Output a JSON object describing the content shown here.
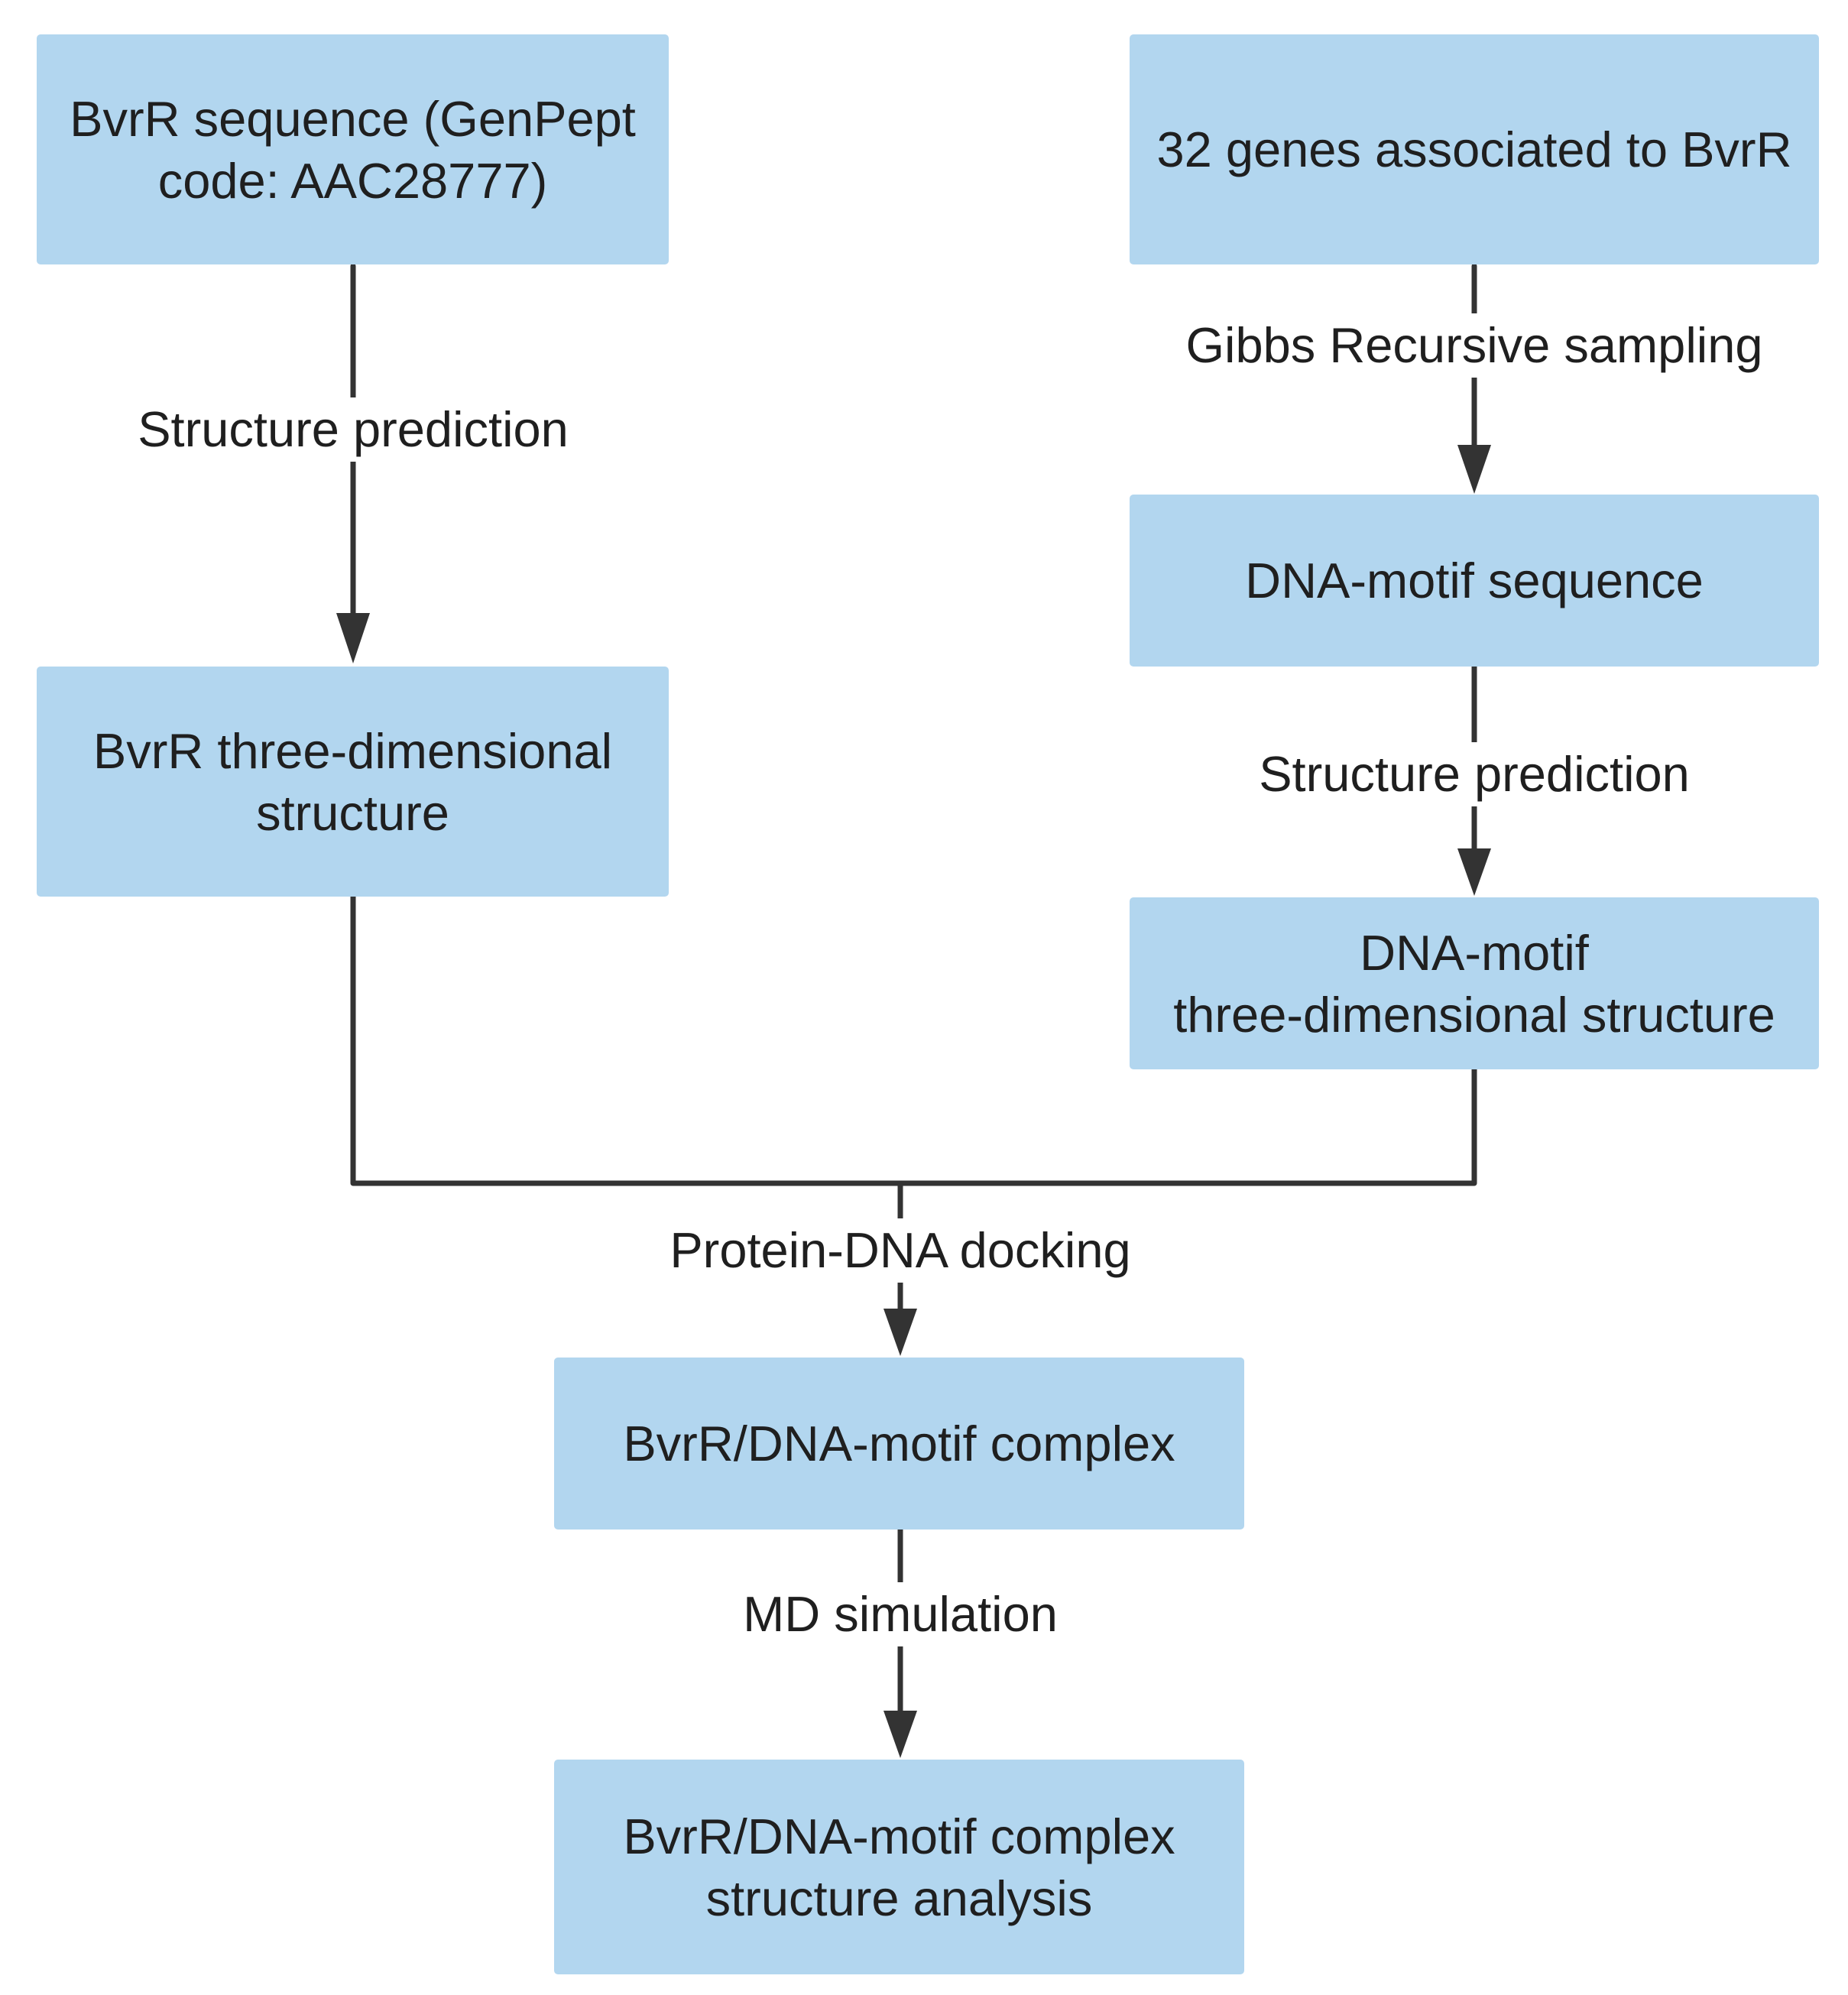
{
  "nodes": {
    "bvrr_sequence": {
      "line1": "BvrR sequence (GenPept",
      "line2": "code: AAC28777)"
    },
    "genes_32": {
      "line1": "32 genes associated to BvrR"
    },
    "bvrr_3d": {
      "line1": "BvrR three-dimensional",
      "line2": "structure"
    },
    "dna_motif_sequence": {
      "line1": "DNA-motif sequence"
    },
    "dna_motif_3d": {
      "line1": "DNA-motif",
      "line2": "three-dimensional structure"
    },
    "complex": {
      "line1": "BvrR/DNA-motif complex"
    },
    "complex_analysis": {
      "line1": "BvrR/DNA-motif complex",
      "line2": "structure analysis"
    }
  },
  "edges": {
    "left_structure_prediction": "Structure prediction",
    "gibbs_sampling": "Gibbs Recursive sampling",
    "right_structure_prediction": "Structure prediction",
    "docking": "Protein-DNA docking",
    "md_simulation": "MD simulation"
  },
  "colors": {
    "box_fill": "#b2d6ef",
    "connector": "#333333",
    "text": "#1f1f1f"
  }
}
